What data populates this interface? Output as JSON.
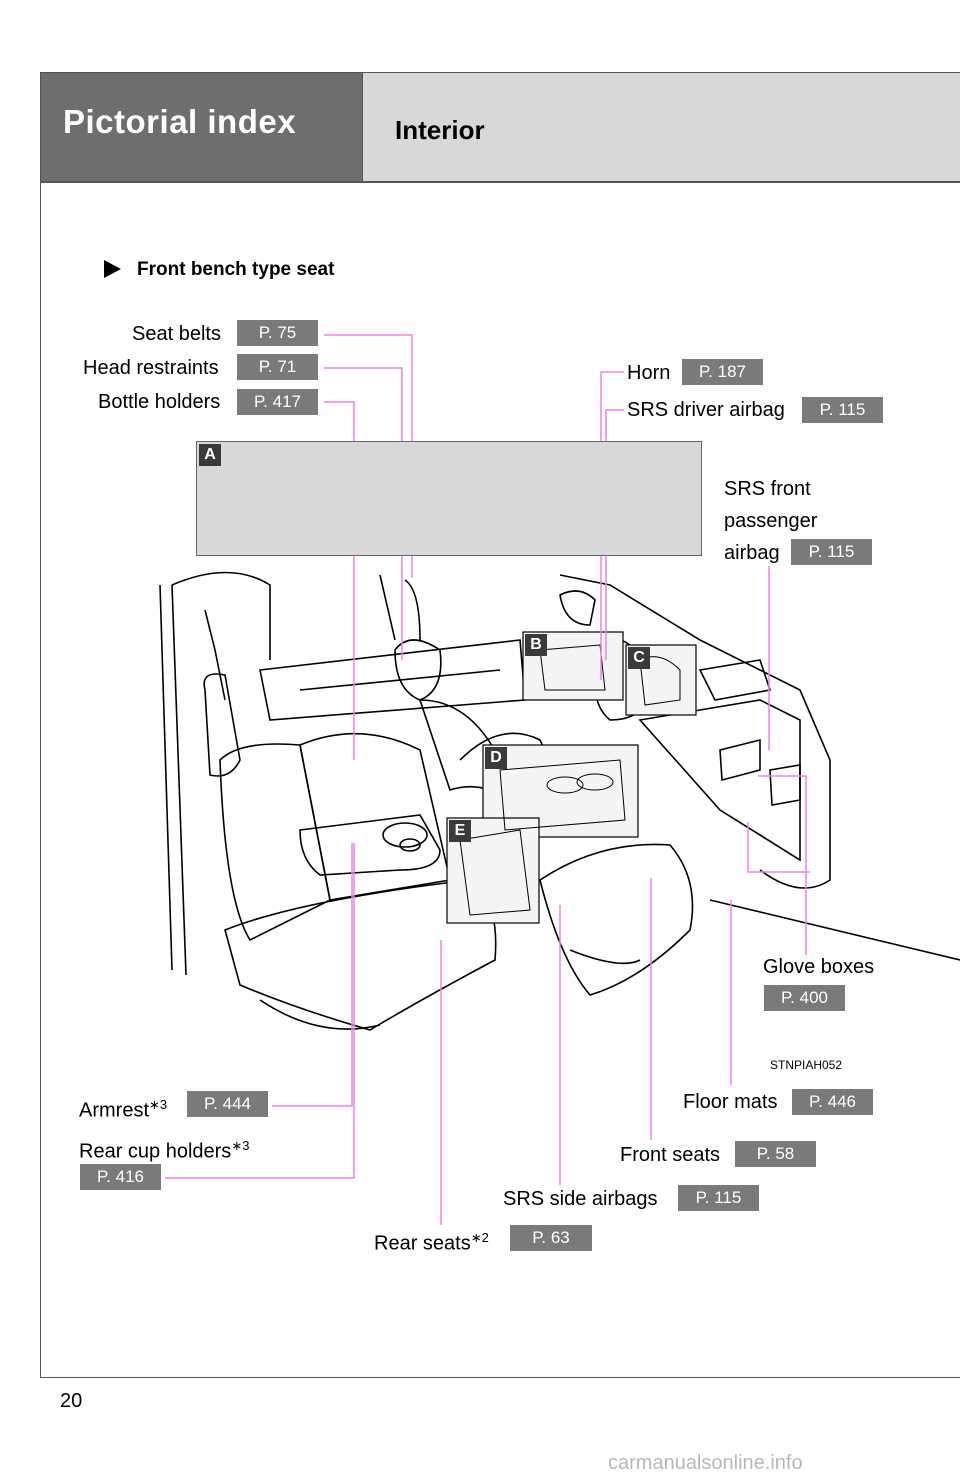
{
  "header": {
    "section": "Pictorial index",
    "title": "Interior"
  },
  "subheading": "Front bench type seat",
  "labels": {
    "seat_belts": {
      "text": "Seat belts",
      "page": "P. 75"
    },
    "head_restraints": {
      "text": "Head restraints",
      "page": "P. 71"
    },
    "bottle_holders": {
      "text": "Bottle holders",
      "page": "P. 417"
    },
    "horn": {
      "text": "Horn",
      "page": "P. 187"
    },
    "srs_driver_airbag": {
      "text": "SRS driver airbag",
      "page": "P. 115"
    },
    "srs_front_passenger_airbag": {
      "line1": "SRS front",
      "line2": "passenger",
      "line3": "airbag",
      "page": "P. 115"
    },
    "glove_boxes": {
      "text": "Glove boxes",
      "page": "P. 400"
    },
    "floor_mats": {
      "text": "Floor mats",
      "page": "P. 446"
    },
    "front_seats": {
      "text": "Front seats",
      "page": "P. 58"
    },
    "srs_side_airbags": {
      "text": "SRS side airbags",
      "page": "P. 115"
    },
    "rear_seats": {
      "text": "Rear seats",
      "sup": "∗2",
      "page": "P. 63"
    },
    "armrest": {
      "text": "Armrest",
      "sup": "∗3",
      "page": "P. 444"
    },
    "rear_cup_holders": {
      "text": "Rear cup holders",
      "sup": "∗3",
      "page": "P. 416"
    }
  },
  "markers": {
    "a": "A",
    "b": "B",
    "c": "C",
    "d": "D",
    "e": "E"
  },
  "image_code": "STNPIAH052",
  "page_number": "20",
  "watermark": "carmanualsonline.info",
  "colors": {
    "leader_line": "#f080e8",
    "header_dark": "#6e6e6e",
    "header_light": "#d8d8d8",
    "badge": "#7a7a7a"
  }
}
